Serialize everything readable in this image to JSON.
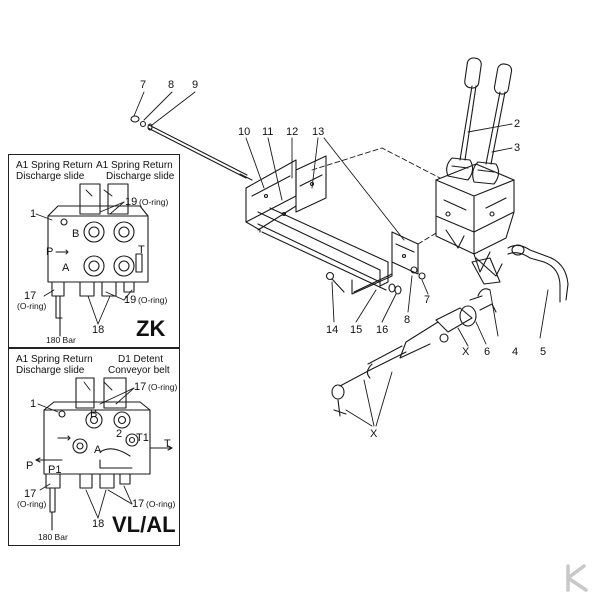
{
  "panel_zk": {
    "header_left": [
      "A1 Spring Return",
      "Discharge slide"
    ],
    "header_right": [
      "A1 Spring Return",
      "Discharge slide"
    ],
    "port_labels": [
      "B",
      "P",
      "A",
      "T"
    ],
    "callouts": [
      "1",
      "19",
      "(O-ring)",
      "17",
      "(O-ring)",
      "19",
      "(O-ring)",
      "18"
    ],
    "pressure": "180 Bar",
    "variant": "ZK"
  },
  "panel_vlal": {
    "header_left": [
      "A1 Spring Return",
      "Discharge slide"
    ],
    "header_right": [
      "D1 Detent",
      "Conveyor belt"
    ],
    "port_labels": [
      "B",
      "2",
      "A",
      "P",
      "P1",
      "T1",
      "T"
    ],
    "callouts": [
      "17",
      "(O-ring)",
      "1",
      "17",
      "(O-ring)",
      "17",
      "(O-ring)",
      "18"
    ],
    "pressure": "180 Bar",
    "variant": "VL/AL"
  },
  "main_callouts": [
    "7",
    "8",
    "9",
    "10",
    "11",
    "12",
    "13",
    "2",
    "3",
    "14",
    "15",
    "16",
    "8",
    "7",
    "X",
    "6",
    "4",
    "5",
    "X"
  ],
  "watermark": "K",
  "colors": {
    "line": "#1a1a1a",
    "watermark": "#c8c8c8"
  }
}
